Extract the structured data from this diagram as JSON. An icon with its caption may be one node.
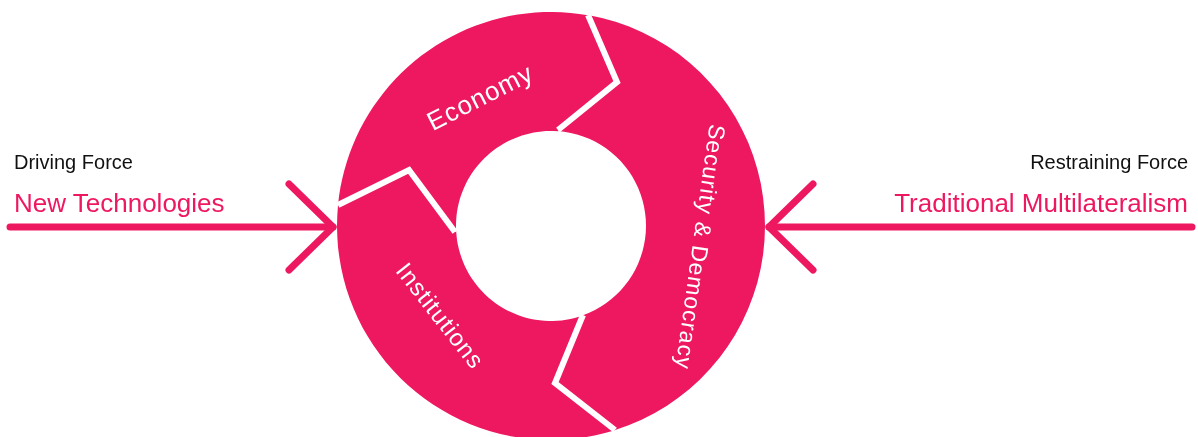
{
  "diagram": {
    "nodes": [
      {
        "text": [
          "Economy"
        ]
      },
      {
        "text": [
          "Security & Democracy"
        ]
      },
      {
        "text": [
          "Institutions"
        ]
      }
    ],
    "edges": [
      {
        "from": null,
        "to": 2,
        "arrow": "to"
      },
      {
        "from": null,
        "to": 1,
        "arrow": "to"
      }
    ],
    "labels": [
      "Driving Force",
      "Restraining Force",
      "New Technologies",
      "Traditional Multilateralism"
    ]
  }
}
